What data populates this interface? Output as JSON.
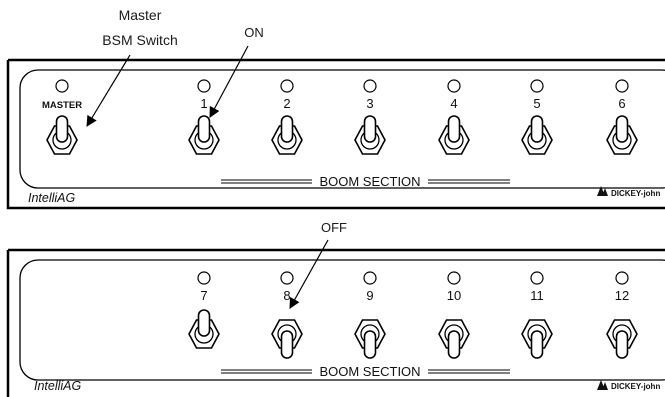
{
  "callouts": {
    "master_line1": "Master",
    "master_line2": "BSM Switch",
    "on": "ON",
    "off": "OFF"
  },
  "panel_top": {
    "master_label": "MASTER",
    "switch_numbers": [
      "1",
      "2",
      "3",
      "4",
      "5",
      "6"
    ],
    "section_label": "BOOM SECTION",
    "brand_left": "IntelliAG",
    "brand_right": "DICKEY-john"
  },
  "panel_bottom": {
    "switch_numbers": [
      "7",
      "8",
      "9",
      "10",
      "11",
      "12"
    ],
    "section_label": "BOOM SECTION",
    "brand_left": "IntelliAG",
    "brand_right": "DICKEY-john"
  },
  "states": {
    "top": [
      "up",
      "up",
      "up",
      "up",
      "up",
      "up",
      "up"
    ],
    "bottom": [
      "up",
      "down",
      "down",
      "down",
      "down",
      "down"
    ]
  }
}
